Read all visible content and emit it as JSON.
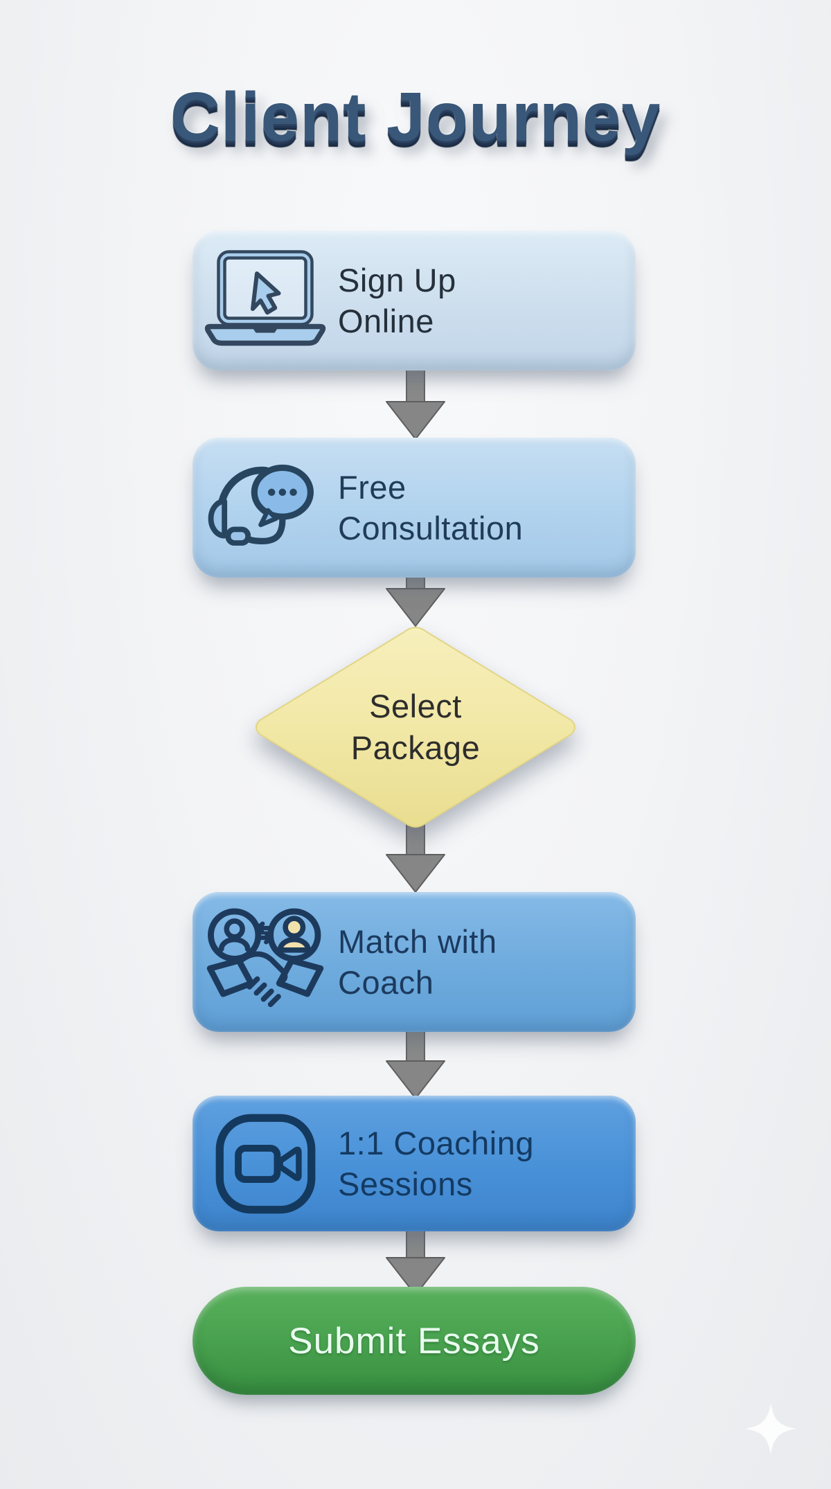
{
  "title": "Client Journey",
  "flow": {
    "steps": [
      {
        "id": "sign-up-online",
        "type": "process-box",
        "icon": "laptop-cursor-icon",
        "line1": "Sign Up",
        "line2": "Online",
        "fill": "#cedfee",
        "text_color": "#25303b"
      },
      {
        "id": "free-consultation",
        "type": "process-box",
        "icon": "headset-chat-icon",
        "line1": "Free",
        "line2": "Consultation",
        "fill": "#b2d3ee",
        "text_color": "#203c58"
      },
      {
        "id": "select-package",
        "type": "decision-diamond",
        "icon": "none",
        "line1": "Select",
        "line2": "Package",
        "fill": "#f2e8a6",
        "text_color": "#2d2d2d"
      },
      {
        "id": "match-with-coach",
        "type": "process-box",
        "icon": "people-match-handshake-icon",
        "line1": "Match with",
        "line2": "Coach",
        "fill": "#70acde",
        "text_color": "#1c3a5e"
      },
      {
        "id": "coaching-sessions",
        "type": "process-box",
        "icon": "video-camera-icon",
        "line1": "1:1 Coaching",
        "line2": "Sessions",
        "fill": "#4a92d8",
        "text_color": "#143a62"
      },
      {
        "id": "submit-essays",
        "type": "terminal-pill",
        "icon": "none",
        "label": "Submit Essays",
        "fill": "#47a04d",
        "text_color": "#e9fcef"
      }
    ],
    "connectors": {
      "count": 5,
      "direction": "down",
      "style": "3d-block-arrow",
      "color": "#8a8a8a"
    }
  },
  "decoration": {
    "sparkle": "four-point-star-bottom-right",
    "sparkle_color": "#ffffff"
  },
  "palette": {
    "background": "#f3f4f6",
    "title_color": "#395778",
    "step1_fill": "#cedfee",
    "step2_fill": "#b2d3ee",
    "diamond_fill": "#f2e8a6",
    "step4_fill": "#70acde",
    "step5_fill": "#4a92d8",
    "pill_fill": "#47a04d",
    "arrow_gray": "#8a8a8a"
  }
}
